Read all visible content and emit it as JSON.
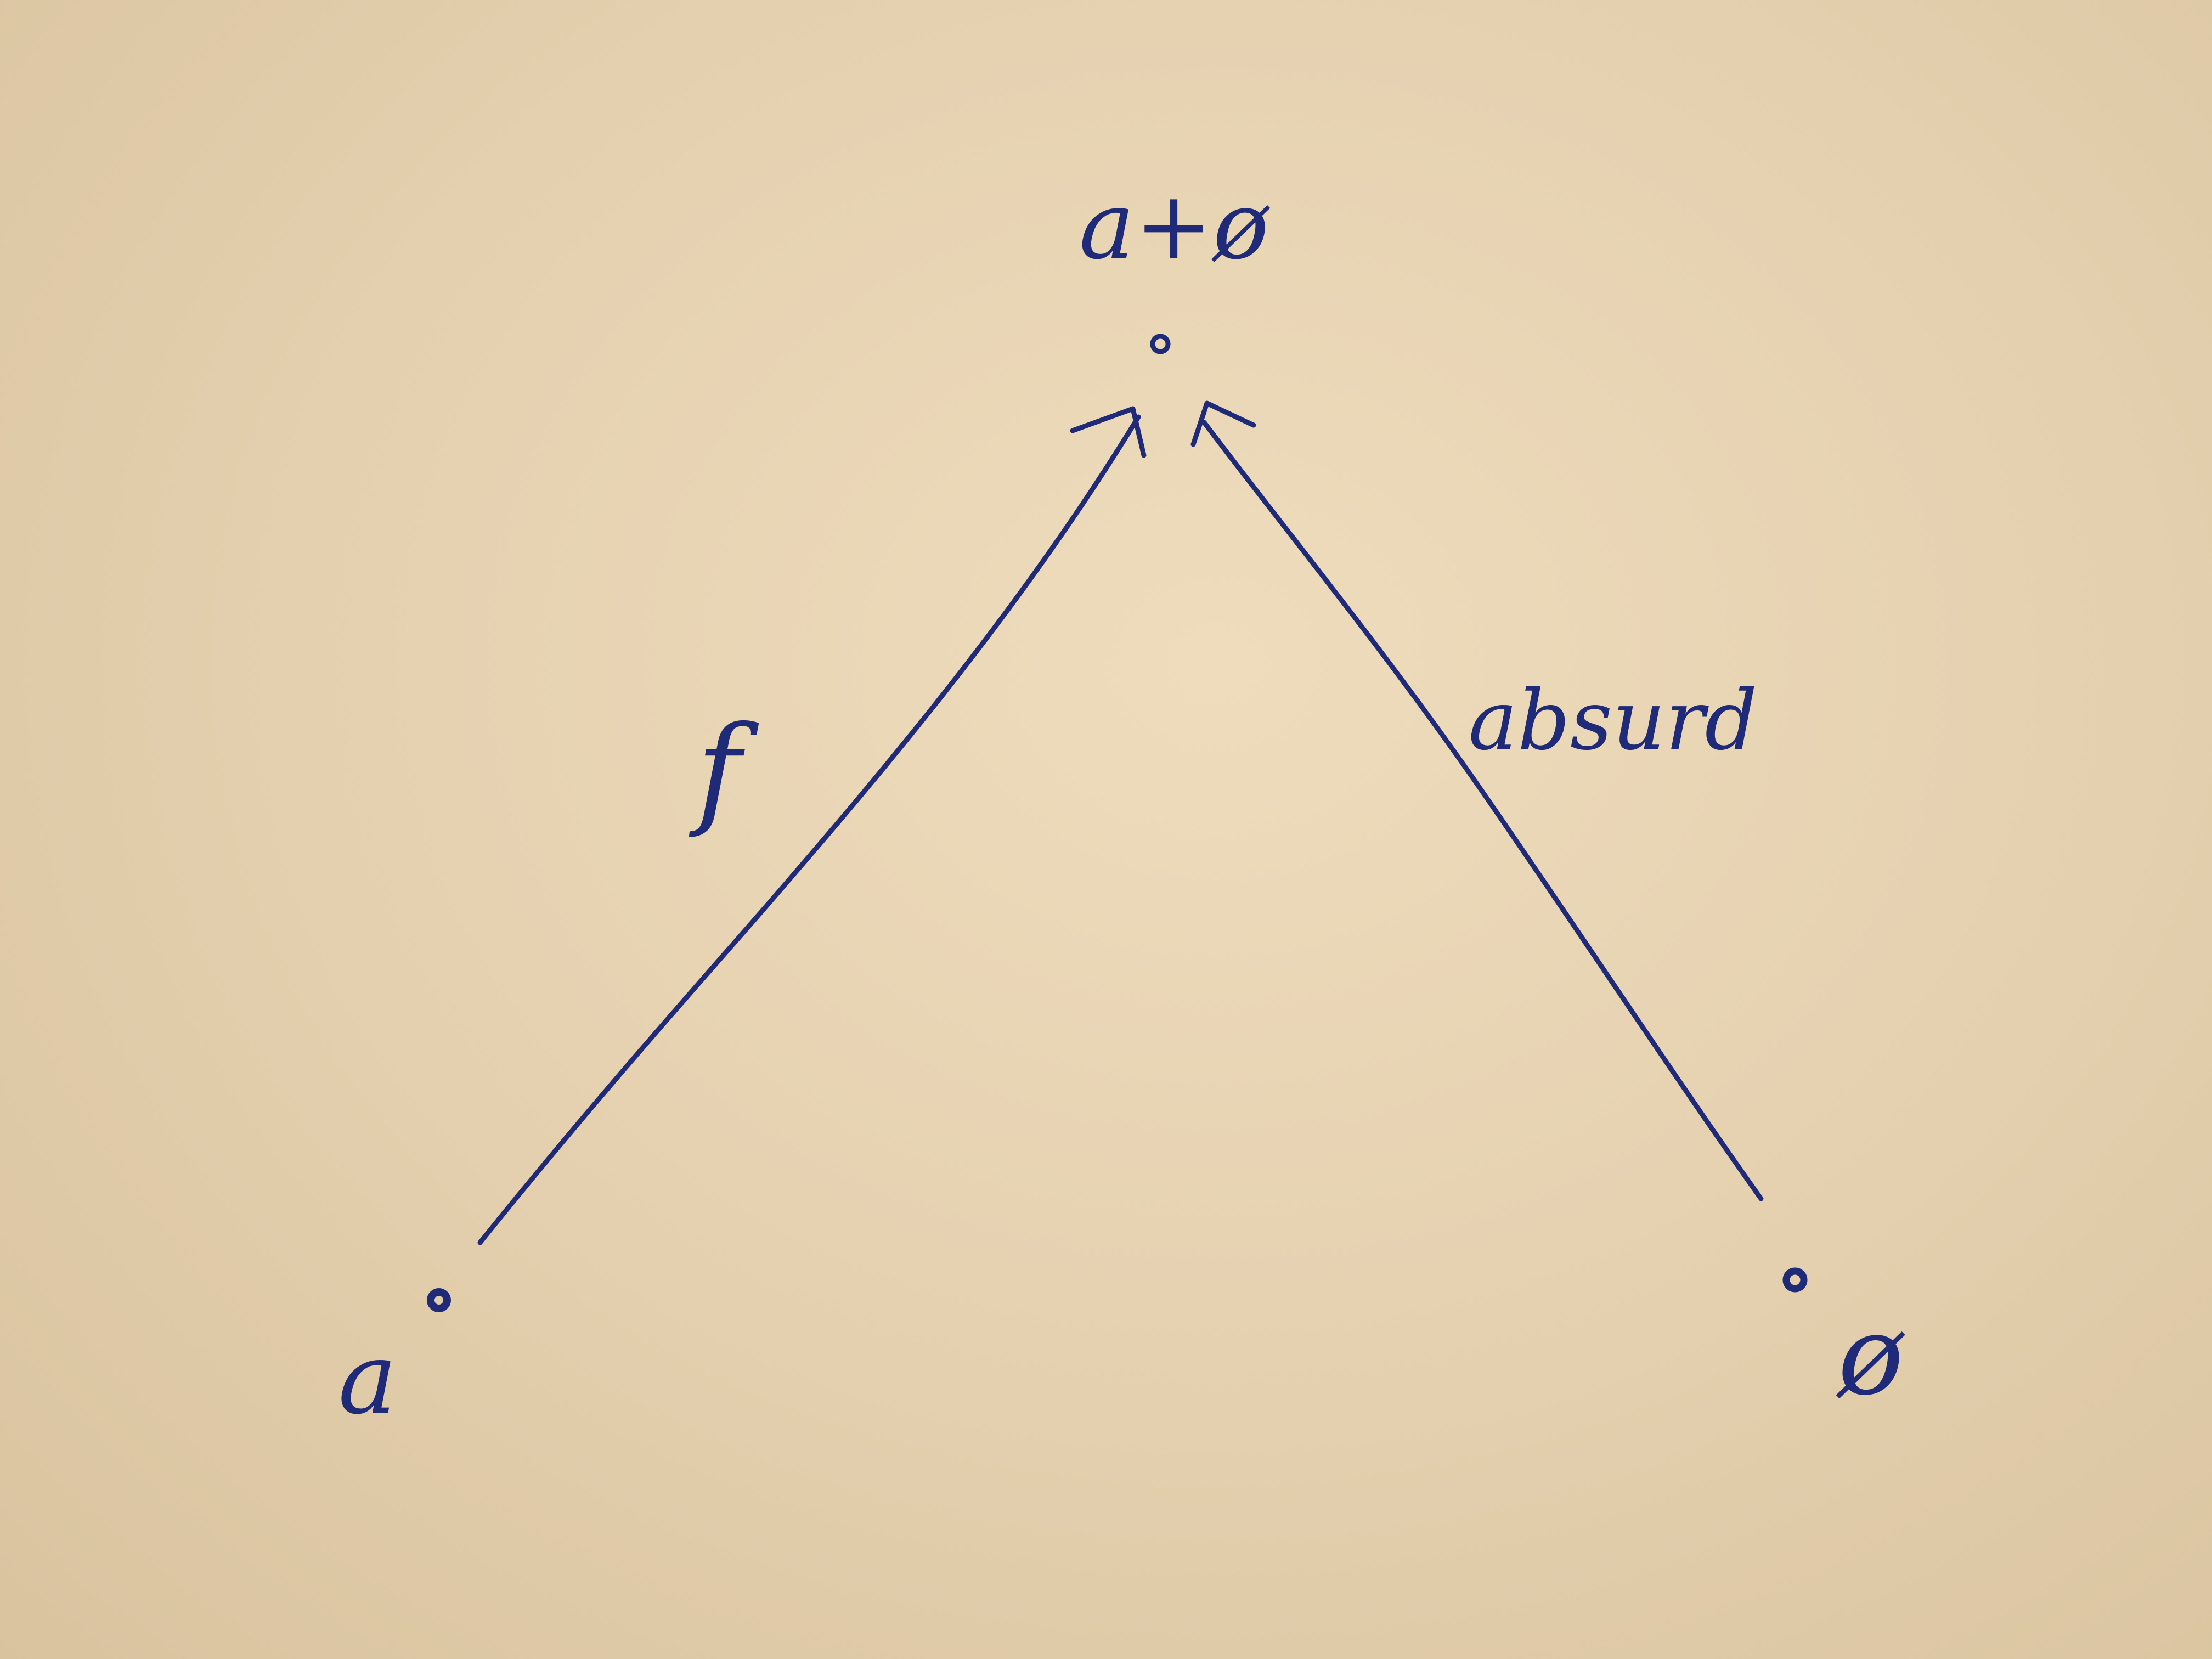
{
  "diagram": {
    "ink_color": "#1f2a78",
    "nodes": {
      "top": {
        "label": "a+ø"
      },
      "left": {
        "label": "a"
      },
      "right": {
        "label": "ø"
      }
    },
    "edges": {
      "left_edge": {
        "label": "f"
      },
      "right_edge": {
        "label": "absurd"
      }
    }
  }
}
